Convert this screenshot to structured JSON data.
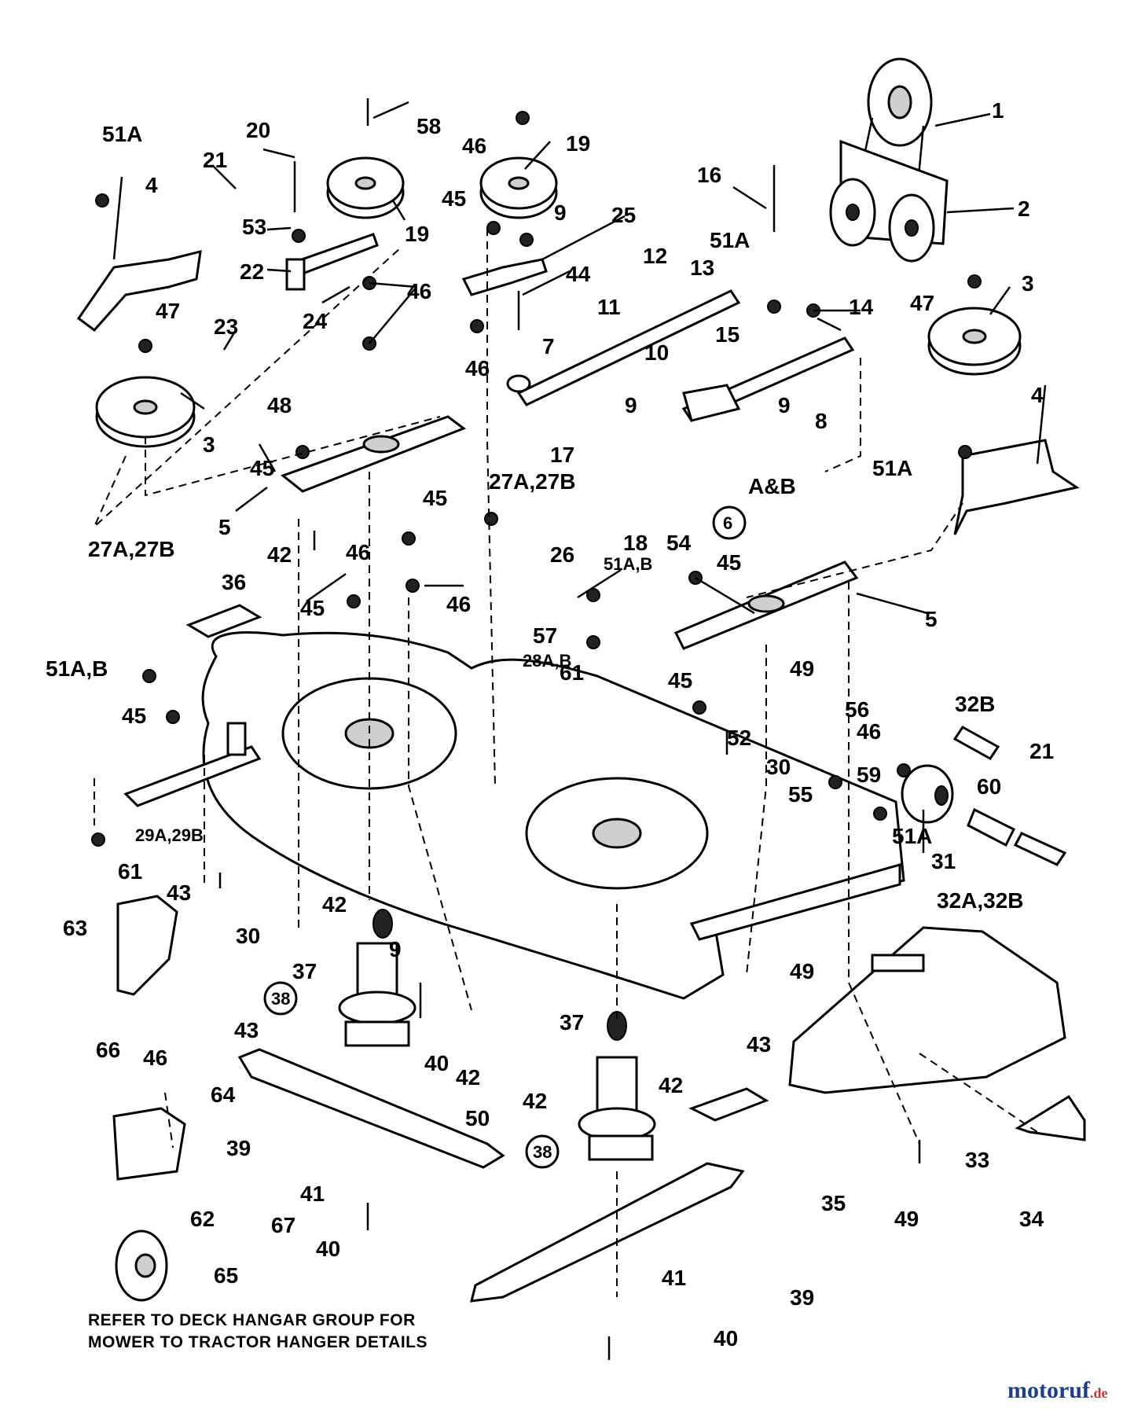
{
  "note": {
    "line1": "REFER TO DECK HANGAR GROUP FOR",
    "line2": "MOWER TO TRACTOR HANGER DETAILS"
  },
  "watermark": {
    "brand": "motoruf",
    "tld": ".de"
  },
  "labels": {
    "l1": "1",
    "l2": "2",
    "l3a": "3",
    "l3b": "3",
    "l4a": "4",
    "l4b": "4",
    "l5a": "5",
    "l5b": "5",
    "l6": "6",
    "l6ab": "A&B",
    "l7": "7",
    "l8": "8",
    "l9a": "9",
    "l9b": "9",
    "l9c": "9",
    "l9d": "9",
    "l10": "10",
    "l11": "11",
    "l12": "12",
    "l13": "13",
    "l14": "14",
    "l15": "15",
    "l16": "16",
    "l17": "17",
    "l18": "18",
    "l19a": "19",
    "l19b": "19",
    "l20": "20",
    "l21a": "21",
    "l21b": "21",
    "l22": "22",
    "l23": "23",
    "l24": "24",
    "l25": "25",
    "l26": "26",
    "l27a": "27A,27B",
    "l27b": "27A,27B",
    "l28": "28A,B",
    "l29": "29A,29B",
    "l30a": "30",
    "l30b": "30",
    "l31": "31",
    "l32a": "32B",
    "l32b": "32A,32B",
    "l33": "33",
    "l34": "34",
    "l35": "35",
    "l36": "36",
    "l37a": "37",
    "l37b": "37",
    "l38a": "38",
    "l38b": "38",
    "l39a": "39",
    "l39b": "39",
    "l40a": "40",
    "l40b": "40",
    "l40c": "40",
    "l41a": "41",
    "l41b": "41",
    "l42a": "42",
    "l42b": "42",
    "l42c": "42",
    "l42d": "42",
    "l42e": "42",
    "l43a": "43",
    "l43b": "43",
    "l43c": "43",
    "l44": "44",
    "l45a": "45",
    "l45b": "45",
    "l45c": "45",
    "l45d": "45",
    "l45e": "45",
    "l45f": "45",
    "l45g": "45",
    "l46a": "46",
    "l46b": "46",
    "l46c": "46",
    "l46d": "46",
    "l46e": "46",
    "l46f": "46",
    "l46g": "46",
    "l47a": "47",
    "l47b": "47",
    "l48": "48",
    "l49a": "49",
    "l49b": "49",
    "l49c": "49",
    "l50": "50",
    "l51a": "51A",
    "l51b": "51A",
    "l51c": "51A",
    "l51d": "51A,B",
    "l51e": "51A,B",
    "l51f": "51A",
    "l52": "52",
    "l53": "53",
    "l54": "54",
    "l55": "55",
    "l56": "56",
    "l57": "57",
    "l58": "58",
    "l59": "59",
    "l60": "60",
    "l61a": "61",
    "l61b": "61",
    "l62": "62",
    "l63": "63",
    "l64": "64",
    "l65": "65",
    "l66": "66",
    "l67": "67"
  }
}
